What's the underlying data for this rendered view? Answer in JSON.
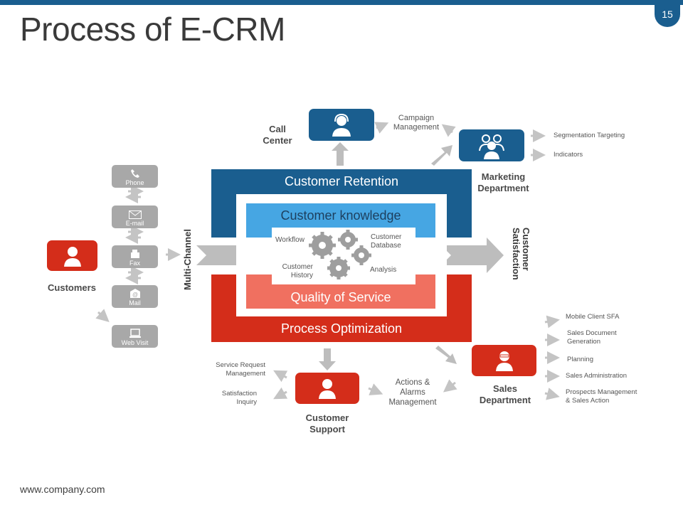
{
  "slide": {
    "title": "Process of E-CRM",
    "page_number": "15",
    "footer": "www.company.com"
  },
  "colors": {
    "primary_blue": "#1a5e8f",
    "light_blue": "#46a6e3",
    "primary_red": "#d42d1a",
    "light_red": "#f07060",
    "grey": "#a8a8a8"
  },
  "customers": {
    "label": "Customers",
    "icon": "person-icon"
  },
  "channels_label": "Multi-Channel",
  "channels": [
    {
      "label": "Phone",
      "icon": "phone-icon"
    },
    {
      "label": "E-mail",
      "icon": "envelope-icon"
    },
    {
      "label": "Fax",
      "icon": "fax-icon"
    },
    {
      "label": "Mail",
      "icon": "at-mail-icon"
    },
    {
      "label": "Web Visit",
      "icon": "laptop-icon"
    }
  ],
  "core": {
    "retention": "Customer Retention",
    "knowledge": "Customer knowledge",
    "quality": "Quality of Service",
    "optimization": "Process Optimization",
    "workflow": "Workflow",
    "customer_database": [
      "Customer",
      "Database"
    ],
    "customer_history": [
      "Customer",
      "History"
    ],
    "analysis": "Analysis"
  },
  "output_label": [
    "Customer",
    "Satisfaction"
  ],
  "call_center": {
    "label": [
      "Call",
      "Center"
    ],
    "icon": "headset-agent-icon",
    "campaign": [
      "Campaign",
      "Management"
    ]
  },
  "marketing": {
    "label": [
      "Marketing",
      "Department"
    ],
    "icon": "team-icon",
    "items": [
      "Segmentation Targeting",
      "Indicators"
    ]
  },
  "sales": {
    "label": [
      "Sales",
      "Department"
    ],
    "icon": "salesman-icon",
    "items": [
      [
        "Mobile Client SFA"
      ],
      [
        "Sales Document",
        "Generation"
      ],
      [
        "Planning"
      ],
      [
        "Sales Administration"
      ],
      [
        "Prospects Management",
        "& Sales Action"
      ]
    ]
  },
  "support": {
    "label": [
      "Customer",
      "Support"
    ],
    "icon": "support-person-icon",
    "left_items": [
      [
        "Service Request",
        "Management"
      ],
      [
        "Satisfaction",
        "Inquiry"
      ]
    ],
    "actions": [
      "Actions &",
      "Alarms",
      "Management"
    ]
  }
}
